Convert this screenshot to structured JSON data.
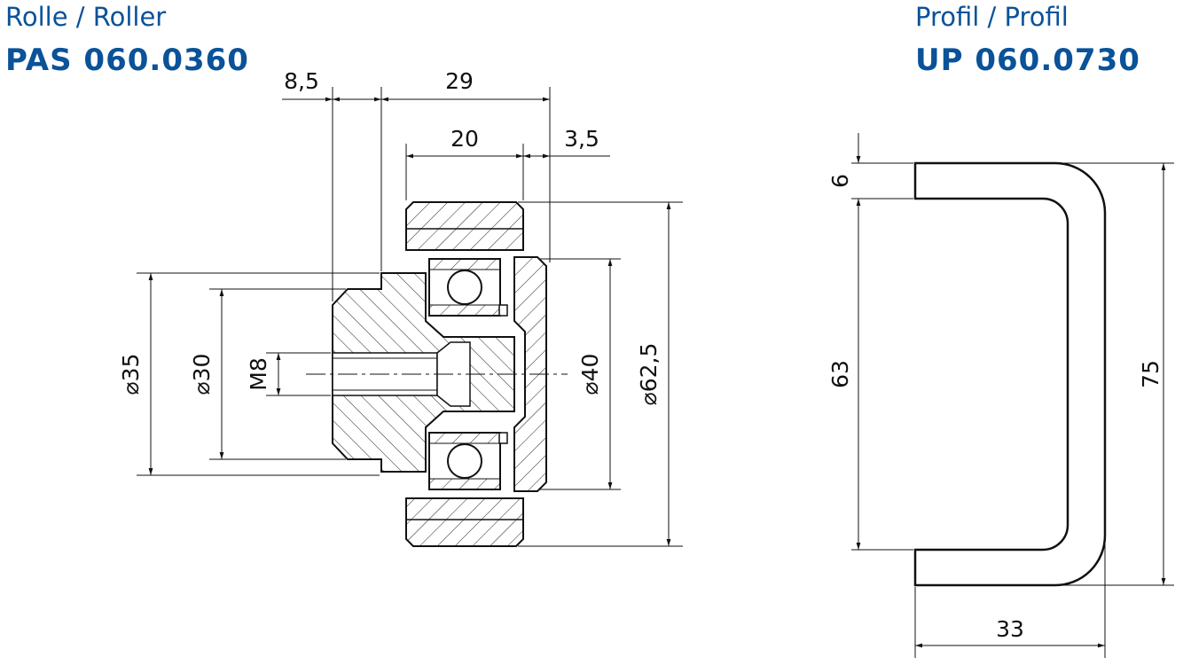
{
  "roller": {
    "subtitle": "Rolle / Roller",
    "code": "PAS 060.0360"
  },
  "profile": {
    "subtitle": "Profil / Profil",
    "code": "UP 060.0730"
  },
  "roller_dims": {
    "d_8_5": "8,5",
    "d_29": "29",
    "d_20": "20",
    "d_3_5": "3,5",
    "d_phi35": "⌀35",
    "d_phi30": "⌀30",
    "d_m8": "M8",
    "d_phi40": "⌀40",
    "d_phi62_5": "⌀62,5"
  },
  "profile_dims": {
    "d_6": "6",
    "d_63": "63",
    "d_75": "75",
    "d_33": "33"
  },
  "colors": {
    "heading": "#0a5299",
    "line": "#111111"
  }
}
